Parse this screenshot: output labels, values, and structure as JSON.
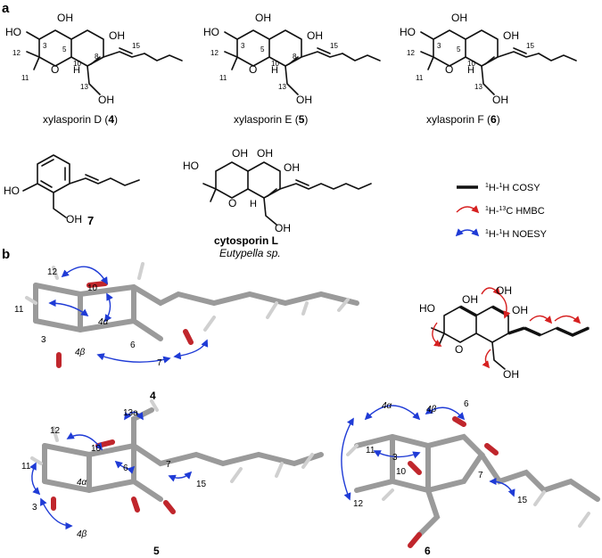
{
  "panels": {
    "a": "a",
    "b": "b"
  },
  "structures": {
    "s4": {
      "name": "xylasporin D (",
      "num": "4",
      "close": ")"
    },
    "s5": {
      "name": "xylasporin E (",
      "num": "5",
      "close": ")"
    },
    "s6": {
      "name": "xylasporin F (",
      "num": "6",
      "close": ")"
    },
    "s7": {
      "num": "7"
    },
    "cyto": {
      "name": "cytosporin L",
      "species": "Eutypella sp."
    }
  },
  "atoms": {
    "ho": "HO",
    "oh": "OH",
    "o": "O",
    "h": "H",
    "n3": "3",
    "n5": "5",
    "n8": "8",
    "n10": "10",
    "n11": "11",
    "n12": "12",
    "n13": "13",
    "n15": "15"
  },
  "legend": {
    "cosy": {
      "sup1": "1",
      "a": "H-",
      "sup2": "1",
      "b": "H COSY"
    },
    "hmbc": {
      "sup1": "1",
      "a": "H-",
      "sup2": "13",
      "b": "C HMBC"
    },
    "noesy": {
      "sup1": "1",
      "a": "H-",
      "sup2": "1",
      "b": "H NOESY"
    }
  },
  "models": {
    "m4": {
      "label": "4",
      "tags": [
        "12",
        "10",
        "11",
        "4α",
        "3",
        "4β",
        "6",
        "7"
      ]
    },
    "m5": {
      "label": "5",
      "tags": [
        "13a",
        "12",
        "10",
        "11",
        "4α",
        "6",
        "7",
        "15",
        "3",
        "4β"
      ]
    },
    "m6": {
      "label": "6",
      "tags": [
        "4α",
        "4β",
        "6",
        "11",
        "3",
        "10",
        "12",
        "7",
        "15"
      ]
    }
  },
  "colors": {
    "hmbc": "#d62020",
    "noesy": "#1f3bd6",
    "oxygen": "#c0262c",
    "carbon": "#9a9a9a"
  }
}
